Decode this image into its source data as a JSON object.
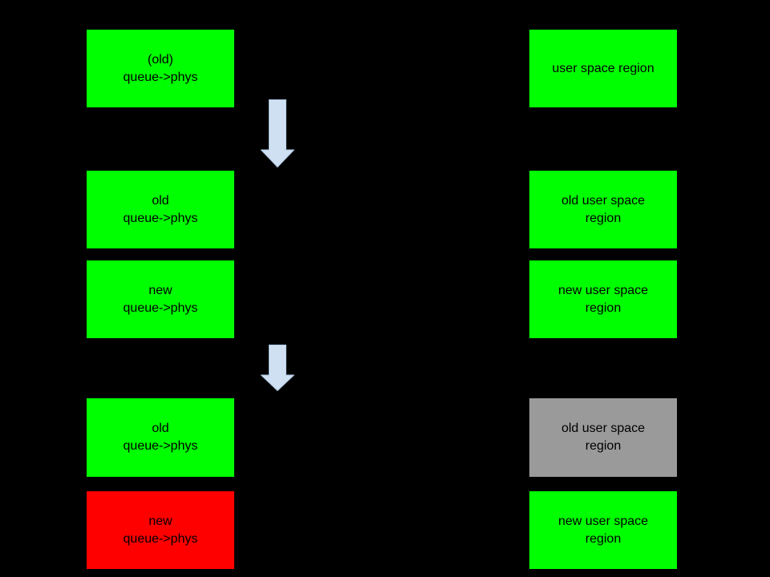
{
  "palette": {
    "background": "#000000",
    "box_green": "#00ff00",
    "box_red": "#ff0000",
    "box_gray": "#9a9a9a",
    "arrow_fill": "#cfe0f2",
    "arrow_stroke": "#aec6e0",
    "text": "#000000"
  },
  "stage1": {
    "left_box": {
      "label": "(old)\nqueue->phys",
      "color": "#00ff00"
    },
    "right_box": {
      "label": "user space region",
      "color": "#00ff00"
    }
  },
  "stage2": {
    "left_old_box": {
      "label": "old\nqueue->phys",
      "color": "#00ff00"
    },
    "left_new_box": {
      "label": "new\nqueue->phys",
      "color": "#00ff00"
    },
    "right_old_box": {
      "label": "old user space\nregion",
      "color": "#00ff00"
    },
    "right_new_box": {
      "label": "new user space\nregion",
      "color": "#00ff00"
    }
  },
  "stage3": {
    "left_old_box": {
      "label": "old\nqueue->phys",
      "color": "#00ff00"
    },
    "left_new_box": {
      "label": "new\nqueue->phys",
      "color": "#ff0000"
    },
    "right_old_box": {
      "label": "old user space\nregion",
      "color": "#9a9a9a"
    },
    "right_new_box": {
      "label": "new user space\nregion",
      "color": "#00ff00"
    }
  },
  "icons": {
    "arrow_between_stage1_and_stage2": "down-arrow",
    "arrow_between_stage2_and_stage3": "down-arrow"
  }
}
